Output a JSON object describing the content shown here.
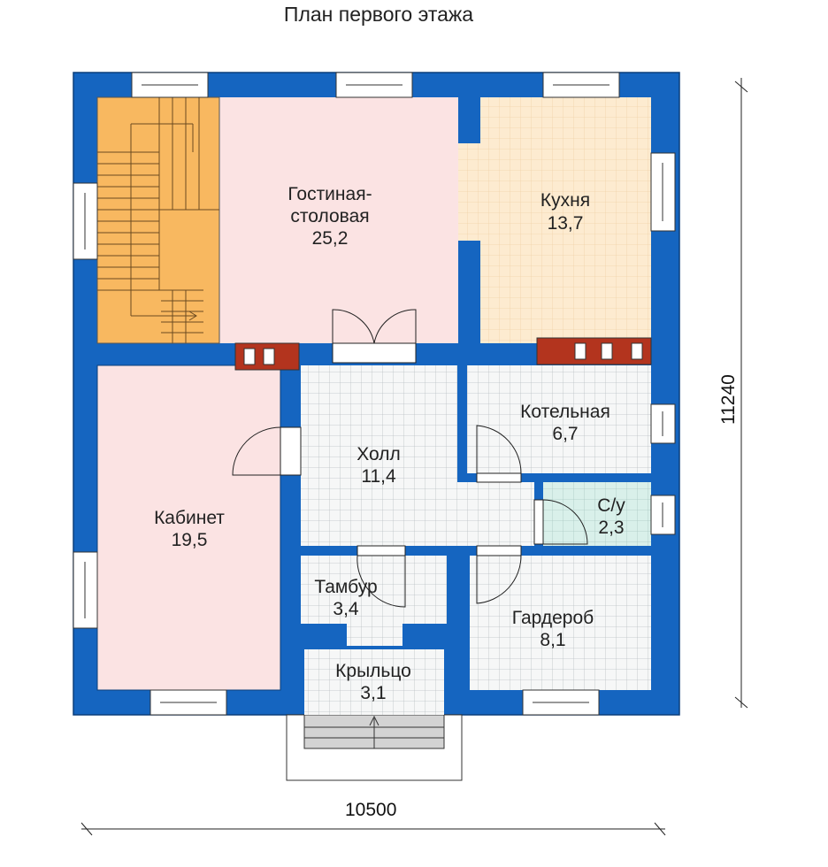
{
  "title": "План первого этажа",
  "dimensions": {
    "width": "10500",
    "height": "11240"
  },
  "rooms": {
    "living": {
      "name_line1": "Гостиная-",
      "name_line2": "столовая",
      "area": "25,2"
    },
    "kitchen": {
      "name": "Кухня",
      "area": "13,7"
    },
    "boiler": {
      "name": "Котельная",
      "area": "6,7"
    },
    "hall": {
      "name": "Холл",
      "area": "11,4"
    },
    "bath": {
      "name": "С/у",
      "area": "2,3"
    },
    "office": {
      "name": "Кабинет",
      "area": "19,5"
    },
    "vestibule": {
      "name": "Тамбур",
      "area": "3,4"
    },
    "porch": {
      "name": "Крыльцо",
      "area": "3,1"
    },
    "wardrobe": {
      "name": "Гардероб",
      "area": "8,1"
    }
  },
  "colors": {
    "wall": "#1565c0",
    "living": "#fbe3e3",
    "kitchen": "#fdebd0",
    "stairs": "#f8b860",
    "tile": "#f4f5f5",
    "bath": "#d9f0ea",
    "chimney": "#b3341e"
  }
}
